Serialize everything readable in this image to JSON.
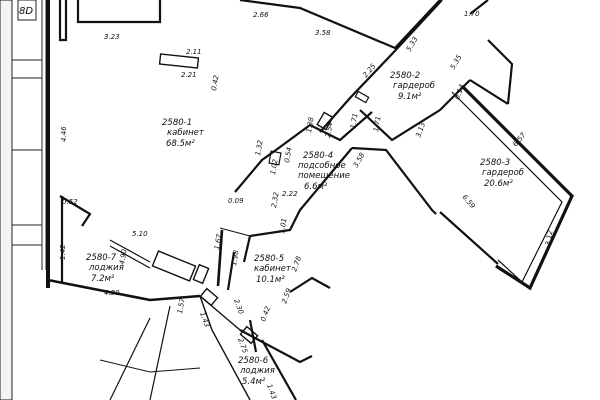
{
  "corner_label": "8D",
  "rooms": [
    {
      "id": "room-1",
      "number": "2580-1",
      "name": "кабинет",
      "area": "68.5м²"
    },
    {
      "id": "room-2",
      "number": "2580-2",
      "name": "гардероб",
      "area": "9.1м²"
    },
    {
      "id": "room-3",
      "number": "2580-3",
      "name": "гардероб",
      "area": "20.6м²"
    },
    {
      "id": "room-4",
      "number": "2580-4",
      "name": "подсобное",
      "name2": "помещение",
      "area": "6.6м²"
    },
    {
      "id": "room-5",
      "number": "2580-5",
      "name": "кабинет",
      "area": "10.1м²"
    },
    {
      "id": "room-6",
      "number": "2580-6",
      "name": "лоджия",
      "area": "5.4м²"
    },
    {
      "id": "room-7",
      "number": "2580-7",
      "name": "лоджия",
      "area": "7.2м²"
    }
  ],
  "dimensions": {
    "d_170": "1.70",
    "d_266": "2.66",
    "d_358a": "3.58",
    "d_323": "3.23",
    "d_533": "5.33",
    "d_535": "5.35",
    "d_211": "2.11",
    "d_221": "2.21",
    "d_042a": "0.42",
    "d_225": "2.25",
    "d_014": "0.14",
    "d_446": "4.46",
    "d_138": "1.38",
    "d_254": "2.54",
    "d_171a": "1.71",
    "d_171b": "1.71",
    "d_313": "3.13",
    "d_657": "6.57",
    "d_132": "1.32",
    "d_054": "0.54",
    "d_102": "1.02",
    "d_222": "2.22",
    "d_358b": "3.58",
    "d_009": "0.09",
    "d_232": "2.32",
    "d_659": "6.59",
    "d_052": "0.52",
    "d_510": "5.10",
    "d_101": "1.01",
    "d_142": "1.42",
    "d_490": "4.90",
    "d_167": "1.67",
    "d_198": "1.98",
    "d_278": "2.78",
    "d_312": "3.12",
    "d_430": "4.30",
    "d_157": "1.57",
    "d_230": "2.30",
    "d_259": "2.59",
    "d_143a": "1.43",
    "d_042b": "0.42",
    "d_275": "2.75",
    "d_143b": "1.43"
  }
}
